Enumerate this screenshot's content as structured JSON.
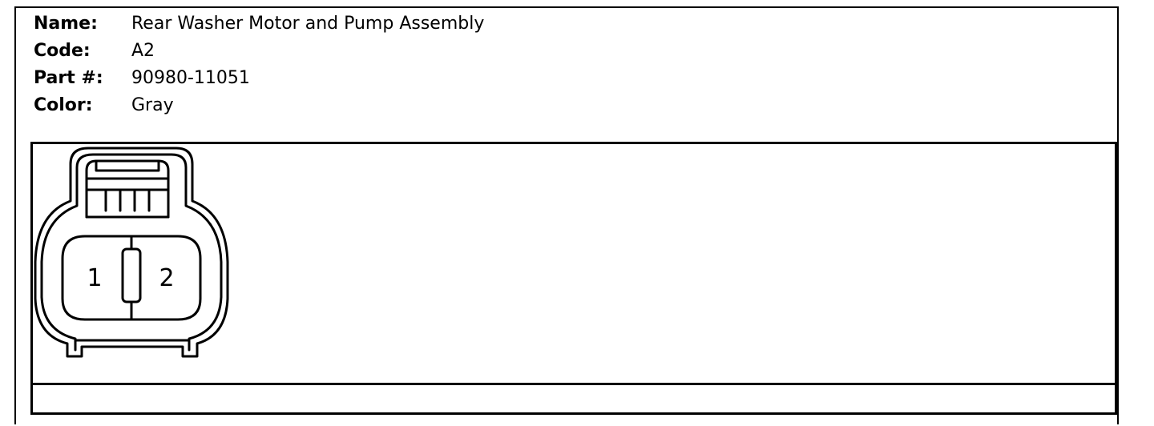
{
  "connector": {
    "name_label": "Name:",
    "name_value": "Rear Washer Motor and Pump Assembly",
    "code_label": "Code:",
    "code_value": "A2",
    "part_label": "Part #:",
    "part_value": "90980-11051",
    "color_label": "Color:",
    "color_value": "Gray"
  },
  "pins": [
    "1",
    "2"
  ]
}
